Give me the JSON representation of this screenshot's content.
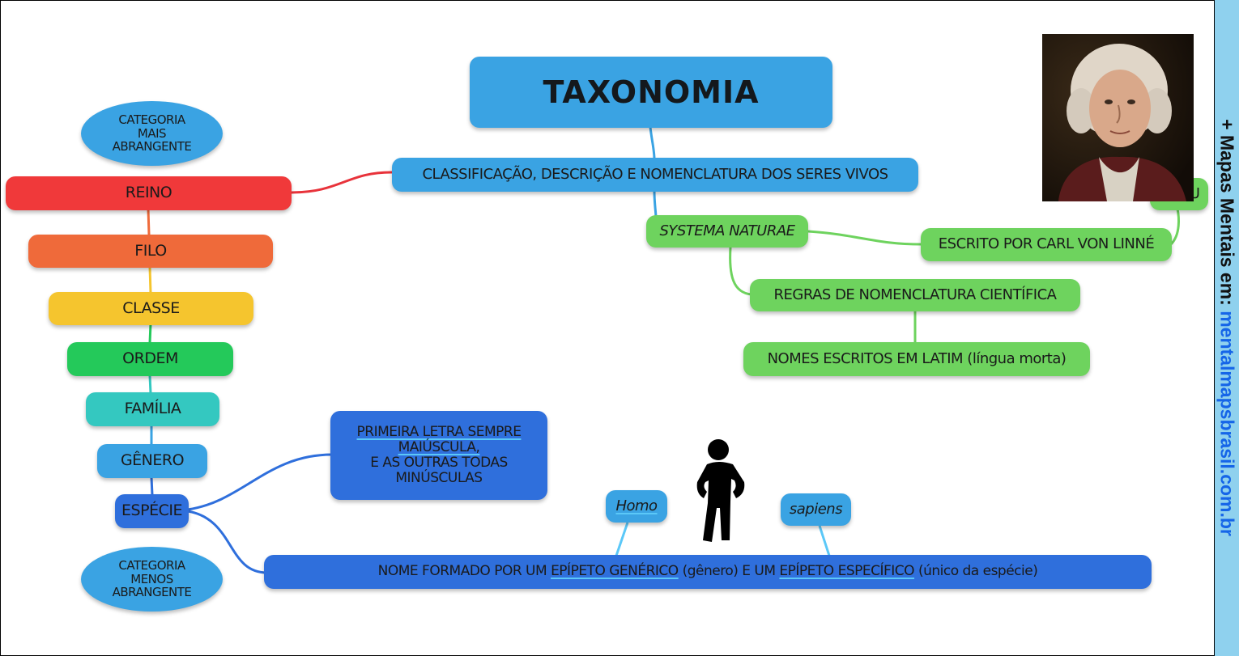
{
  "diagram": {
    "title": "TAXONOMIA",
    "definition": "CLASSIFICAÇÃO, DESCRIÇÃO E NOMENCLATURA DOS SERES VIVOS",
    "category_top": [
      "CATEGORIA",
      "MAIS",
      "ABRANGENTE"
    ],
    "category_bottom": [
      "CATEGORIA",
      "MENOS",
      "ABRANGENTE"
    ],
    "ranks": [
      "REINO",
      "FILO",
      "CLASSE",
      "ORDEM",
      "FAMÍLIA",
      "GÊNERO",
      "ESPÉCIE"
    ],
    "systema": "SYSTEMA NATURAE",
    "written_by": "ESCRITO POR CARL VON LINNÉ",
    "lineu": "LINEU",
    "rules": "REGRAS DE NOMENCLATURA CIENTÍFICA",
    "latin": "NOMES ESCRITOS EM LATIM (língua morta)",
    "capitalization": {
      "underlined": "PRIMEIRA LETRA SEMPRE MAIÚSCULA,",
      "rest": "E AS OUTRAS TODAS MINÚSCULAS"
    },
    "binomial": {
      "part1": "NOME FORMADO POR UM ",
      "term1": "EPÍPETO GENÉRICO",
      "part2": " (gênero) E UM ",
      "term2": "EPÍPETO ESPECÍFICO",
      "part3": " (único da espécie)"
    },
    "genus_example": "Homo",
    "species_example": "sapiens"
  },
  "banner": {
    "prefix": "+ Mapas Mentais em: ",
    "url": "mentalmapsbrasil.com.br"
  },
  "colors": {
    "reino": "#f0393a",
    "filo": "#ef6a3a",
    "classe": "#f5c52e",
    "ordem": "#24c95a",
    "familia": "#34c8c0",
    "genero": "#3aa3e3",
    "especie": "#2f6fdc",
    "green_branch": "#6ed35e",
    "blue_branch": "#3aa3e3",
    "banner": "#8fd1ee"
  },
  "icons": [
    "person-icon",
    "linnaeus-portrait"
  ]
}
